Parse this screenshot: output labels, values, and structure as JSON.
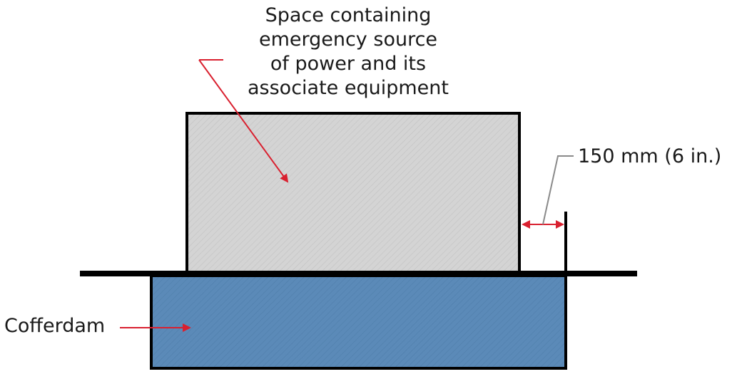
{
  "diagram": {
    "space_label": {
      "lines": [
        "Space containing",
        "emergency source",
        "of power and its",
        "associate equipment"
      ]
    },
    "cofferdam_label": "Cofferdam",
    "gap_label": "150 mm (6 in.)",
    "colors": {
      "space_fill": "#d4d4d4",
      "cofferdam_fill": "#5b8ab8",
      "outline": "#000000",
      "arrow": "#d9202f",
      "leader": "#8a8a8a",
      "text": "#1a1a1a"
    }
  }
}
